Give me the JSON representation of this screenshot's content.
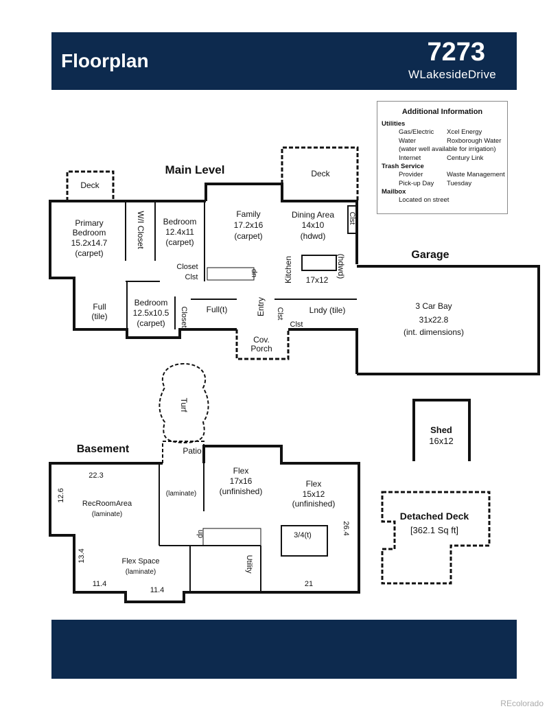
{
  "header": {
    "title": "Floorplan",
    "number": "7273",
    "street": "WLakesideDrive"
  },
  "info": {
    "title": "Additional Information",
    "utilities": {
      "label": "Utilities",
      "rows": [
        [
          "Gas/Electric",
          "Xcel Energy"
        ],
        [
          "Water",
          "Roxborough Water"
        ]
      ],
      "note": "(water well available for irrigation)",
      "internet": [
        "Internet",
        "Century Link"
      ]
    },
    "trash": {
      "label": "Trash Service",
      "rows": [
        [
          "Provider",
          "Waste Management"
        ],
        [
          "Pick-up Day",
          "Tuesday"
        ]
      ]
    },
    "mailbox": {
      "label": "Mailbox",
      "value": "Located on street"
    }
  },
  "main": {
    "title": "Main Level",
    "deck_left": "Deck",
    "deck_right": "Deck",
    "primary": [
      "Primary",
      "Bedroom",
      "15.2x14.7",
      "(carpet)"
    ],
    "wi_closet": "W/I Closet",
    "bed2": [
      "Bedroom",
      "12.4x11",
      "(carpet)"
    ],
    "family": [
      "Family",
      "17.2x16",
      "(carpet)"
    ],
    "dining": [
      "Dining Area",
      "14x10",
      "(hdwd)"
    ],
    "clst_dining": "Clst",
    "closet1": "Closet",
    "clst1": "Clst",
    "dn": "dn",
    "kitchen": "Kitchen",
    "kitchen_size": "17x12",
    "kitchen_floor": "(hdwd)",
    "full_bath": [
      "Full",
      "(tile)"
    ],
    "bed3": [
      "Bedroom",
      "12.5x10.5",
      "(carpet)"
    ],
    "closet2": "Closet",
    "full_t": "Full(t)",
    "entry": "Entry",
    "clst2": "Clst",
    "laundry": "Lndy (tile)",
    "clst3": "Clst",
    "porch": [
      "Cov.",
      "Porch"
    ]
  },
  "garage": {
    "title": "Garage",
    "lines": [
      "3 Car Bay",
      "31x22.8",
      "(int. dimensions)"
    ]
  },
  "turf": "Turf",
  "shed": {
    "title": "Shed",
    "size": "16x12"
  },
  "deck": {
    "title": "Detached Deck",
    "size": "[362.1 Sq ft]"
  },
  "basement": {
    "title": "Basement",
    "patio": "Patio",
    "dim_22": "22.3",
    "dim_126": "12.6",
    "dim_134": "13.4",
    "dim_114a": "11.4",
    "dim_114b": "11.4",
    "dim_21": "21",
    "dim_264": "26.4",
    "rec": [
      "RecRoomArea",
      "(laminate)"
    ],
    "hall_floor": "(laminate)",
    "flex1": [
      "Flex",
      "17x16",
      "(unfinished)"
    ],
    "flex2": [
      "Flex",
      "15x12",
      "(unfinished)"
    ],
    "bath": "3/4(t)",
    "up": "up",
    "flex_space": [
      "Flex Space",
      "(laminate)"
    ],
    "utility": "Utility"
  },
  "watermark": "REcolorado"
}
